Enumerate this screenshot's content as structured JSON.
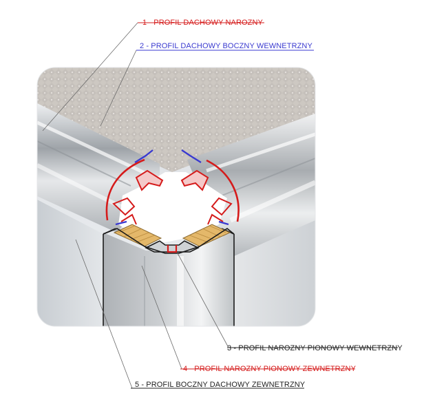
{
  "labels": [
    {
      "id": "l1",
      "text": "1 - PROFIL DACHOWY NAROZNY"
    },
    {
      "id": "l2",
      "text": "2 - PROFIL DACHOWY BOCZNY WEWNETRZNY"
    },
    {
      "id": "l3",
      "text": "3 - PROFIL NAROZNY PIONOWY WEWNETRZNY"
    },
    {
      "id": "l4",
      "text": "4 - PROFIL NAROZNY PIONOWY ZEWNETRZNY"
    },
    {
      "id": "l5",
      "text": "5 - PROFIL BOCZNY DACHOWY ZEWNETRZNY"
    }
  ],
  "colors": {
    "red": "#d51b1b",
    "blue": "#3a3ad0",
    "dark": "#222222",
    "roof": "#cfcac4",
    "metal": "#c9ccd0",
    "wood": "#e4b86a"
  }
}
